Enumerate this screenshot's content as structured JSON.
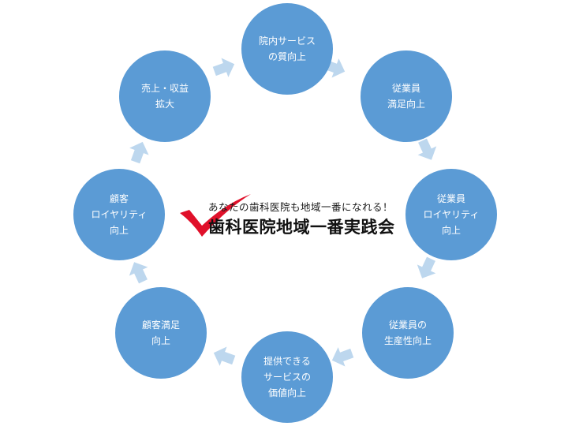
{
  "colors": {
    "node_fill": "#5b9bd5",
    "arrow_fill": "#bdd7ee",
    "check_mark": "#e0102a",
    "text_light": "#ffffff",
    "text_dark": "#111111"
  },
  "cycle": {
    "nodes": [
      {
        "id": "n0",
        "lines": [
          "院内サービス",
          "の質向上"
        ]
      },
      {
        "id": "n1",
        "lines": [
          "従業員",
          "満足向上"
        ]
      },
      {
        "id": "n2",
        "lines": [
          "従業員",
          "ロイヤリティ",
          "向上"
        ]
      },
      {
        "id": "n3",
        "lines": [
          "従業員の",
          "生産性向上"
        ]
      },
      {
        "id": "n4",
        "lines": [
          "提供できる",
          "サービスの",
          "価値向上"
        ]
      },
      {
        "id": "n5",
        "lines": [
          "顧客満足",
          "向上"
        ]
      },
      {
        "id": "n6",
        "lines": [
          "顧客",
          "ロイヤリティ",
          "向上"
        ]
      },
      {
        "id": "n7",
        "lines": [
          "売上・収益",
          "拡大"
        ]
      }
    ]
  },
  "center": {
    "subtitle": "あなたの歯科医院も地域一番になれる！",
    "title": "歯科医院地域一番実践会",
    "icon": "check-mark-icon"
  }
}
